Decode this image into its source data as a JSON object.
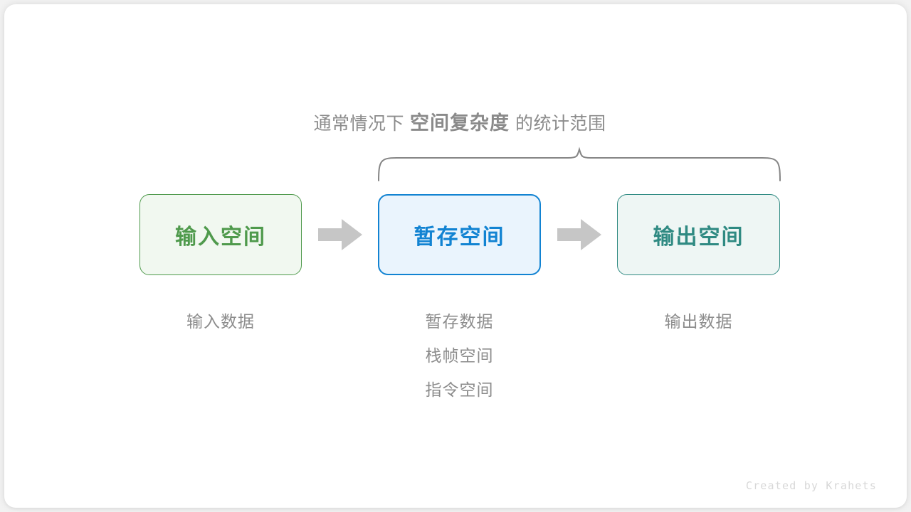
{
  "diagram": {
    "title_prefix": "通常情况下",
    "title_strong": "空间复杂度",
    "title_suffix": "的统计范围",
    "brace_label": "brace-span",
    "stages": [
      {
        "id": "input",
        "box_label": "输入空间",
        "box_color": "#4f9a4c",
        "box_fill": "#f1f8f0",
        "notes": [
          "输入数据"
        ]
      },
      {
        "id": "temp",
        "box_label": "暂存空间",
        "box_color": "#1283d2",
        "box_fill": "#eaf4fd",
        "notes": [
          "暂存数据",
          "栈帧空间",
          "指令空间"
        ]
      },
      {
        "id": "output",
        "box_label": "输出空间",
        "box_color": "#2f8a82",
        "box_fill": "#eef6f4",
        "notes": [
          "输出数据"
        ]
      }
    ],
    "arrow_color": "#c6c6c6",
    "brace_color": "#858585",
    "text_color": "#8c8c8c",
    "signature": "Created by Krahets"
  }
}
